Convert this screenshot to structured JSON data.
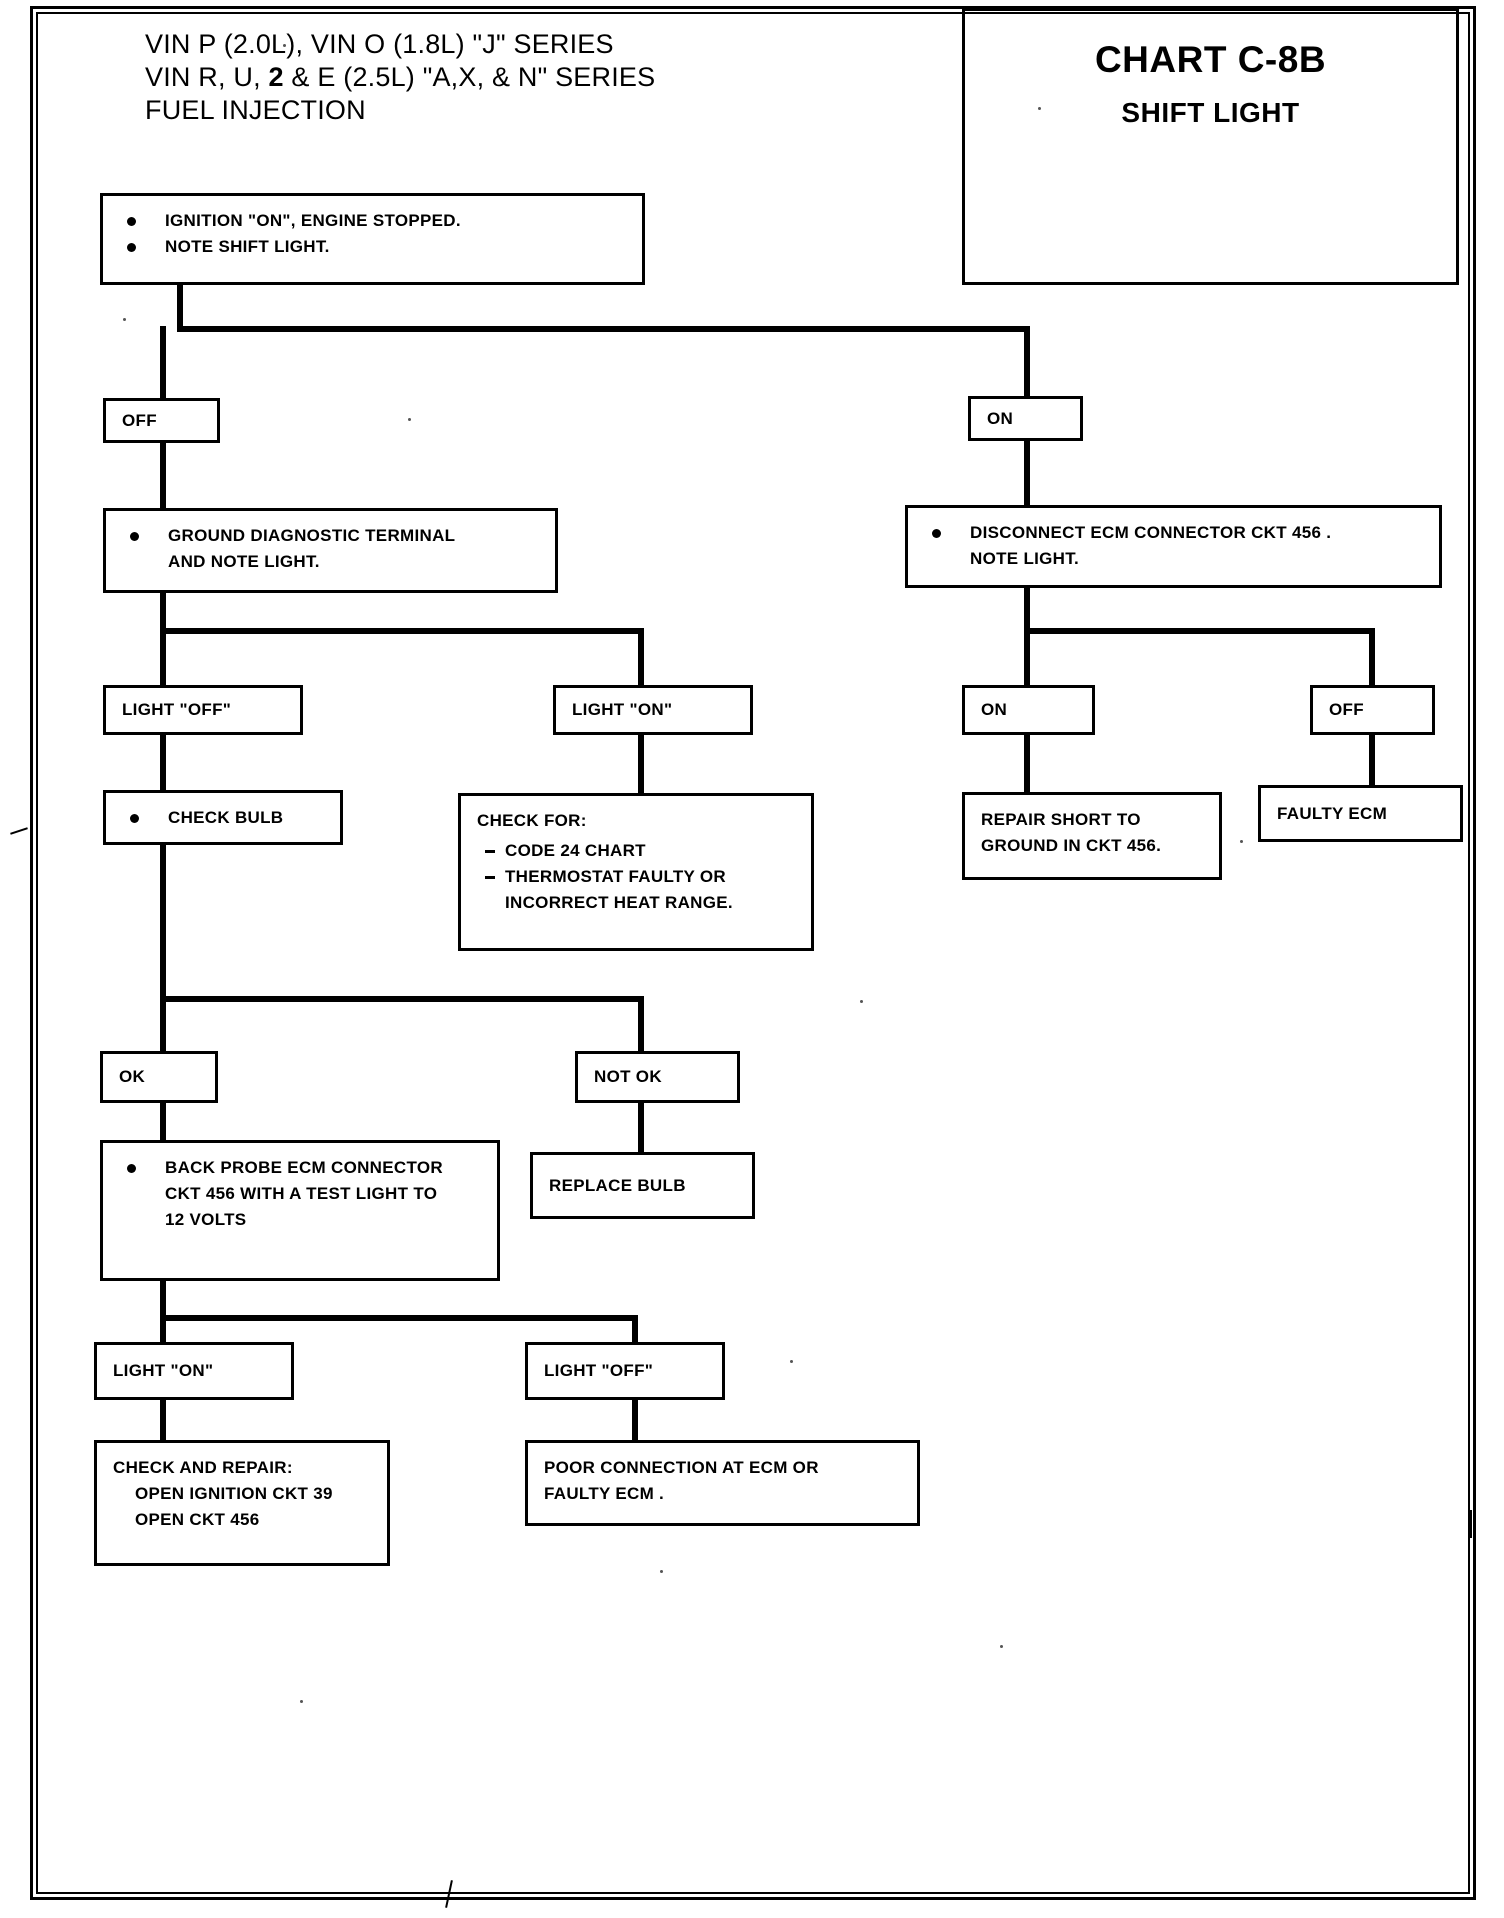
{
  "header": {
    "line1": "VIN P (2.0L), VIN O (1.8L) \"J\" SERIES",
    "line2_pre": "VIN R, U, ",
    "line2_bold": "2",
    "line2_post": " & E (2.5L) \"A,X, & N\" SERIES",
    "line3": "FUEL INJECTION"
  },
  "title_block": {
    "chart_id": "CHART C-8B",
    "chart_name": "SHIFT LIGHT"
  },
  "nodes": {
    "start": {
      "bullet1": "IGNITION \"ON\", ENGINE STOPPED.",
      "bullet2": "NOTE SHIFT LIGHT."
    },
    "branch_off": "OFF",
    "branch_on": "ON",
    "ground_terminal": {
      "line1": "GROUND DIAGNOSTIC TERMINAL",
      "line2": "AND NOTE LIGHT."
    },
    "disconnect_ecm": {
      "line1": "DISCONNECT ECM  CONNECTOR CKT 456 .",
      "line2": "NOTE LIGHT."
    },
    "light_off_1": "LIGHT \"OFF\"",
    "light_on_1": "LIGHT \"ON\"",
    "on_2": "ON",
    "off_2": "OFF",
    "check_bulb": "CHECK BULB",
    "check_for": {
      "heading": "CHECK FOR:",
      "item1": "CODE 24 CHART",
      "item2": "THERMOSTAT FAULTY OR",
      "item2_cont": "INCORRECT HEAT RANGE."
    },
    "repair_short": {
      "line1": "REPAIR SHORT TO",
      "line2": "GROUND IN CKT 456."
    },
    "faulty_ecm": "FAULTY ECM",
    "ok": "OK",
    "not_ok": "NOT OK",
    "back_probe": {
      "line1": "BACK PROBE ECM CONNECTOR",
      "line2": "CKT 456 WITH A TEST LIGHT TO",
      "line3": "12 VOLTS"
    },
    "replace_bulb": "REPLACE BULB",
    "light_on_2": "LIGHT \"ON\"",
    "light_off_2": "LIGHT \"OFF\"",
    "check_and_repair": {
      "line1": "CHECK AND REPAIR:",
      "line2": "OPEN IGNITION CKT 39",
      "line3": "OPEN CKT 456"
    },
    "poor_connection": {
      "line1": "POOR CONNECTION AT ECM OR",
      "line2": "FAULTY ECM ."
    }
  },
  "chart_data": {
    "type": "flowchart",
    "title": "CHART C-8B  SHIFT LIGHT",
    "subtitle": "VIN P (2.0L), VIN O (1.8L) \"J\" SERIES / VIN R, U, 2 & E (2.5L) \"A,X, & N\" SERIES / FUEL INJECTION",
    "steps": [
      {
        "id": "start",
        "text": "IGNITION \"ON\", ENGINE STOPPED. / NOTE SHIFT LIGHT.",
        "type": "action"
      },
      {
        "id": "branch_off",
        "text": "OFF",
        "type": "branch",
        "from": "start"
      },
      {
        "id": "branch_on",
        "text": "ON",
        "type": "branch",
        "from": "start"
      },
      {
        "id": "ground_terminal",
        "text": "GROUND DIAGNOSTIC TERMINAL AND NOTE LIGHT.",
        "type": "action",
        "from": "branch_off"
      },
      {
        "id": "disconnect_ecm",
        "text": "DISCONNECT ECM CONNECTOR CKT 456. NOTE LIGHT.",
        "type": "action",
        "from": "branch_on"
      },
      {
        "id": "light_off_1",
        "text": "LIGHT \"OFF\"",
        "type": "branch",
        "from": "ground_terminal"
      },
      {
        "id": "light_on_1",
        "text": "LIGHT \"ON\"",
        "type": "branch",
        "from": "ground_terminal"
      },
      {
        "id": "on_2",
        "text": "ON",
        "type": "branch",
        "from": "disconnect_ecm"
      },
      {
        "id": "off_2",
        "text": "OFF",
        "type": "branch",
        "from": "disconnect_ecm"
      },
      {
        "id": "check_bulb",
        "text": "CHECK BULB",
        "type": "action",
        "from": "light_off_1"
      },
      {
        "id": "check_for",
        "text": "CHECK FOR: - CODE 24 CHART - THERMOSTAT FAULTY OR INCORRECT HEAT RANGE.",
        "type": "action",
        "from": "light_on_1"
      },
      {
        "id": "repair_short",
        "text": "REPAIR SHORT TO GROUND IN CKT 456.",
        "type": "terminal",
        "from": "on_2"
      },
      {
        "id": "faulty_ecm",
        "text": "FAULTY ECM",
        "type": "terminal",
        "from": "off_2"
      },
      {
        "id": "ok",
        "text": "OK",
        "type": "branch",
        "from": "check_bulb"
      },
      {
        "id": "not_ok",
        "text": "NOT OK",
        "type": "branch",
        "from": "check_bulb"
      },
      {
        "id": "back_probe",
        "text": "BACK PROBE ECM CONNECTOR CKT 456 WITH A TEST LIGHT TO 12 VOLTS",
        "type": "action",
        "from": "ok"
      },
      {
        "id": "replace_bulb",
        "text": "REPLACE BULB",
        "type": "terminal",
        "from": "not_ok"
      },
      {
        "id": "light_on_2",
        "text": "LIGHT \"ON\"",
        "type": "branch",
        "from": "back_probe"
      },
      {
        "id": "light_off_2",
        "text": "LIGHT \"OFF\"",
        "type": "branch",
        "from": "back_probe"
      },
      {
        "id": "check_and_repair",
        "text": "CHECK AND REPAIR: OPEN IGNITION CKT 39 OPEN CKT 456",
        "type": "terminal",
        "from": "light_on_2"
      },
      {
        "id": "poor_connection",
        "text": "POOR CONNECTION AT ECM OR FAULTY ECM.",
        "type": "terminal",
        "from": "light_off_2"
      }
    ]
  }
}
